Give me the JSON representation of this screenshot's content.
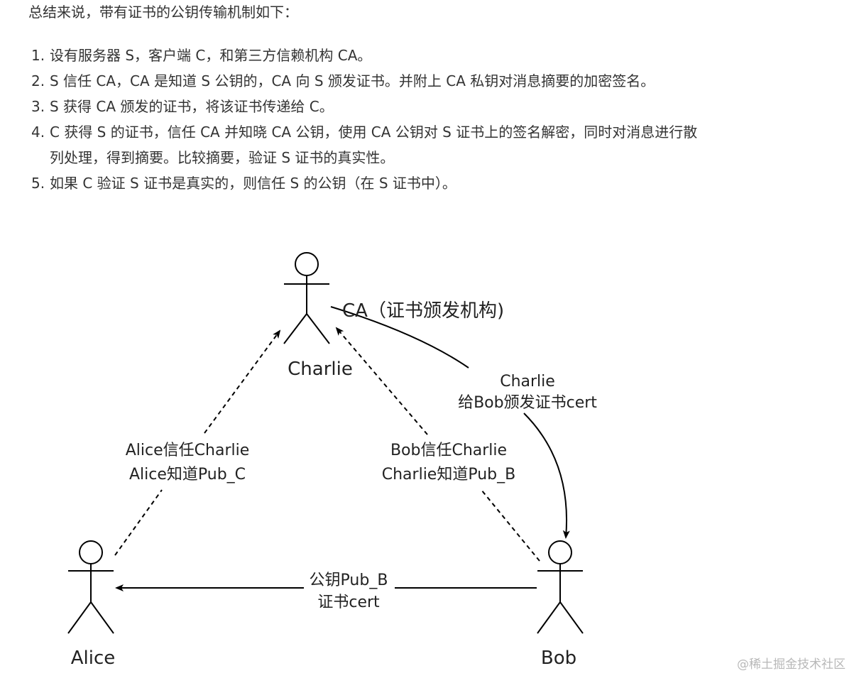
{
  "intro": "总结来说，带有证书的公钥传输机制如下：",
  "steps": [
    {
      "number": "1.",
      "lines": [
        "设有服务器 S，客户端 C，和第三方信赖机构 CA。"
      ]
    },
    {
      "number": "2.",
      "lines": [
        "S 信任 CA，CA 是知道 S 公钥的，CA 向 S 颁发证书。并附上 CA 私钥对消息摘要的加密签名。"
      ]
    },
    {
      "number": "3.",
      "lines": [
        "S 获得 CA 颁发的证书，将该证书传递给 C。"
      ]
    },
    {
      "number": "4.",
      "lines": [
        "C 获得 S 的证书，信任 CA 并知晓 CA 公钥，使用 CA 公钥对 S 证书上的签名解密，同时对消息进行散",
        "列处理，得到摘要。比较摘要，验证 S 证书的真实性。"
      ]
    },
    {
      "number": "5.",
      "lines": [
        "如果 C 验证 S 证书是真实的，则信任 S 的公钥（在 S 证书中）。"
      ]
    }
  ],
  "diagram": {
    "actors": {
      "charlie": "Charlie",
      "alice": "Alice",
      "bob": "Bob"
    },
    "ca_label": "CA（证书颁发机构)",
    "issue_label": [
      "Charlie",
      "给Bob颁发证书cert"
    ],
    "alice_trust_label": [
      "Alice信任Charlie",
      "Alice知道Pub_C"
    ],
    "bob_trust_label": [
      "Bob信任Charlie",
      "Charlie知道Pub_B"
    ],
    "transfer_label": [
      "公钥Pub_B",
      "证书cert"
    ]
  },
  "watermark": "@稀土掘金技术社区"
}
